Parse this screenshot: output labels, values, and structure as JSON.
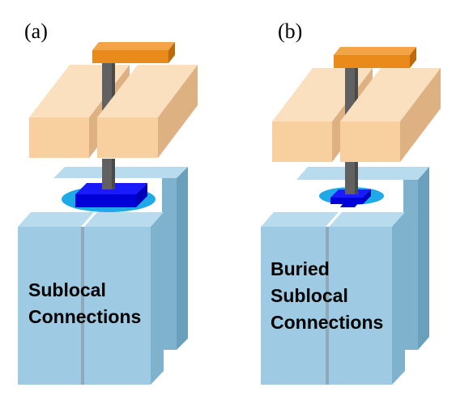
{
  "panels": [
    {
      "label": "(a)",
      "caption_lines": [
        "Sublocal",
        "Connections"
      ]
    },
    {
      "label": "(b)",
      "caption_lines": [
        "Buried",
        "Sublocal",
        "Connections"
      ]
    }
  ],
  "colors": {
    "background": "#ffffff",
    "pillar_front": "#9ecae3",
    "pillar_side": "#7fb2cc",
    "pillar_top": "#b8dbee",
    "pillar_gap": "#8fa9b8",
    "gate_front": "#f8cf9e",
    "gate_side": "#deb183",
    "gate_top": "#fbe0bf",
    "contact_front": "#e98a1a",
    "contact_side": "#bd6a0e",
    "contact_top": "#f3a448",
    "via": "#616161",
    "via_dark": "#4a4a4a",
    "pad_blue": "#1a1aff",
    "pad_blue_dark": "#0000b8",
    "halo_cyan": "#1ea9e8"
  },
  "icons": {
    "pillar": "nanosheet-pillar",
    "gate": "gate-bar",
    "contact": "top-contact",
    "via": "vertical-via",
    "pad": "sublocal-pad"
  }
}
